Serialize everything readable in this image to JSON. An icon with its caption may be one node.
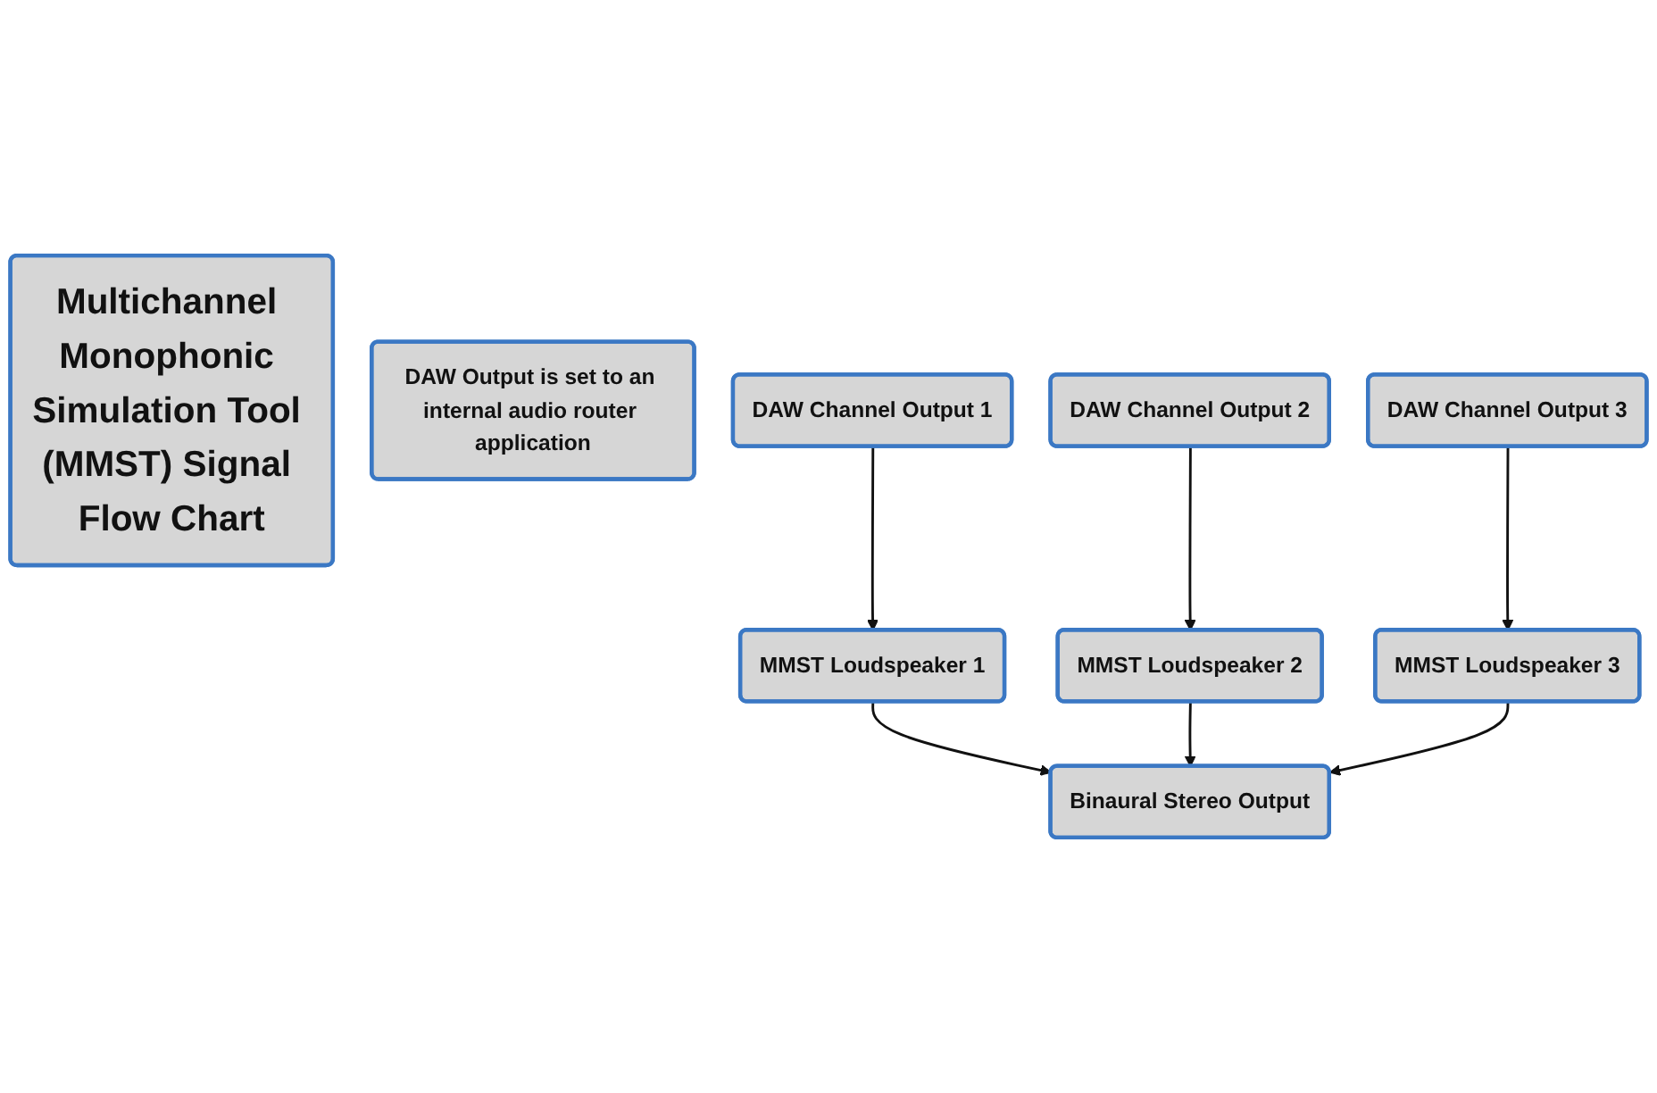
{
  "diagram": {
    "nodes": [
      {
        "text": [
          "Multichannel Monophonic Simulation Tool (MMST) Signal Flow Chart"
        ]
      },
      {
        "text": [
          "DAW Output is set to an internal audio router application"
        ]
      },
      {
        "text": [
          "DAW Channel Output 1"
        ]
      },
      {
        "text": [
          "DAW Channel Output 2"
        ]
      },
      {
        "text": [
          "DAW Channel Output 3"
        ]
      },
      {
        "text": [
          "MMST Loudspeaker 1"
        ]
      },
      {
        "text": [
          "MMST Loudspeaker 2"
        ]
      },
      {
        "text": [
          "MMST Loudspeaker 3"
        ]
      },
      {
        "text": [
          "Binaural Stereo Output"
        ]
      }
    ],
    "edges": [
      {
        "from": 2,
        "to": 5,
        "arrow": "to"
      },
      {
        "from": 3,
        "to": 6,
        "arrow": "to"
      },
      {
        "from": 4,
        "to": 7,
        "arrow": "to"
      },
      {
        "from": 5,
        "to": 8,
        "arrow": "to"
      },
      {
        "from": 6,
        "to": 8,
        "arrow": "to"
      },
      {
        "from": 7,
        "to": 8,
        "arrow": "to"
      }
    ]
  }
}
